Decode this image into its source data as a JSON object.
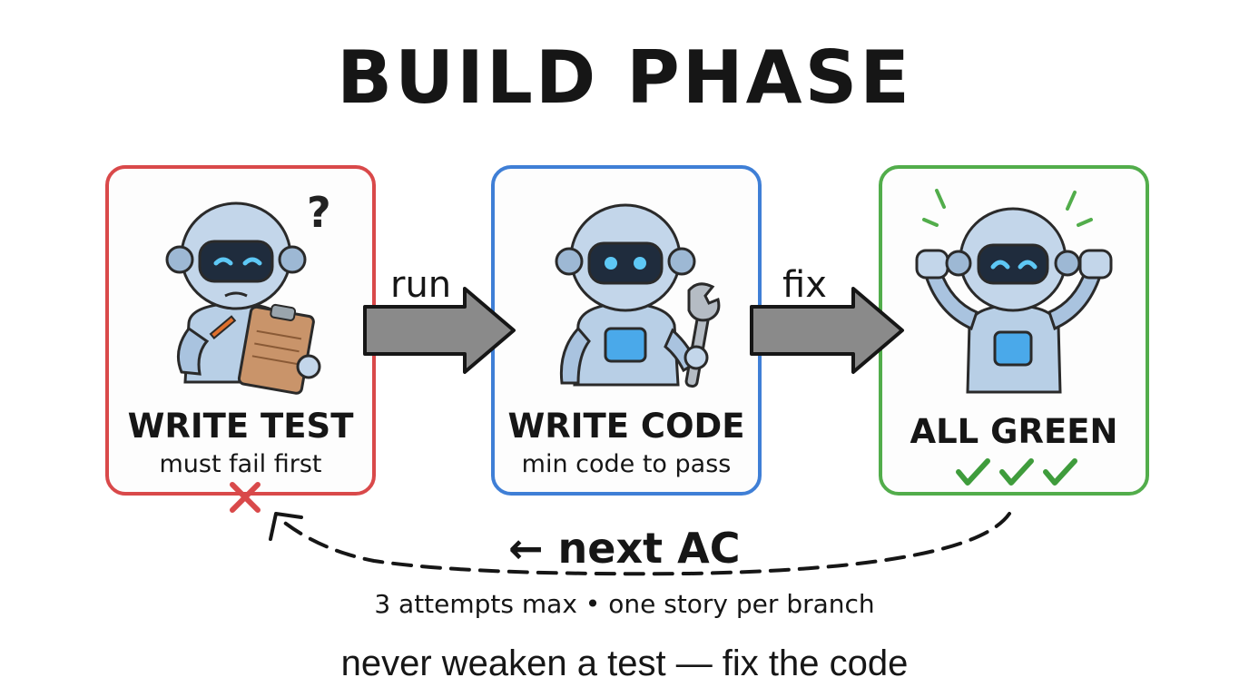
{
  "title": "BUILD PHASE",
  "steps": [
    {
      "label": "WRITE TEST",
      "sublabel": "must fail first",
      "color": "#d9494a",
      "status_icon": "cross-icon"
    },
    {
      "label": "WRITE CODE",
      "sublabel": "min code to pass",
      "color": "#3f7fd6",
      "tool_icon": "wrench-icon"
    },
    {
      "label": "ALL GREEN",
      "color": "#52ad4b",
      "status_icon": "checkmark-icon"
    }
  ],
  "arrows": [
    {
      "label": "run"
    },
    {
      "label": "fix"
    }
  ],
  "loop": {
    "label": "← next AC"
  },
  "note": "3 attempts max • one story per branch",
  "footer": "never weaken a test — fix the code"
}
